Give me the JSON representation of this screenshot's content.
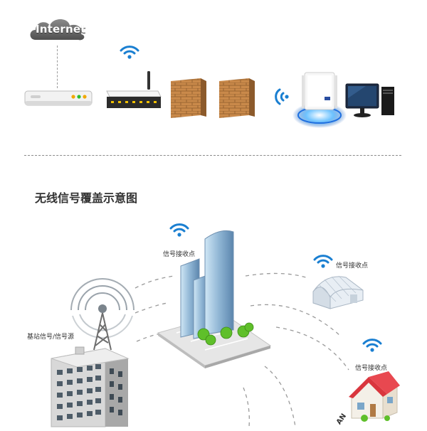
{
  "top": {
    "cloud_label": "Internet",
    "colors": {
      "cloud": "#6d6d6d",
      "wifi": "#1a7fd1",
      "brick": "#b57a3c",
      "monitor": "#1d2c44"
    }
  },
  "section": {
    "title": "无线信号覆盖示意图"
  },
  "labels": {
    "receive_top": "信号接收点",
    "receive_right": "信号接收点",
    "receive_bottom": "信号接收点",
    "base_station": "基站信号/信号源",
    "corner_fragment": "AN"
  }
}
